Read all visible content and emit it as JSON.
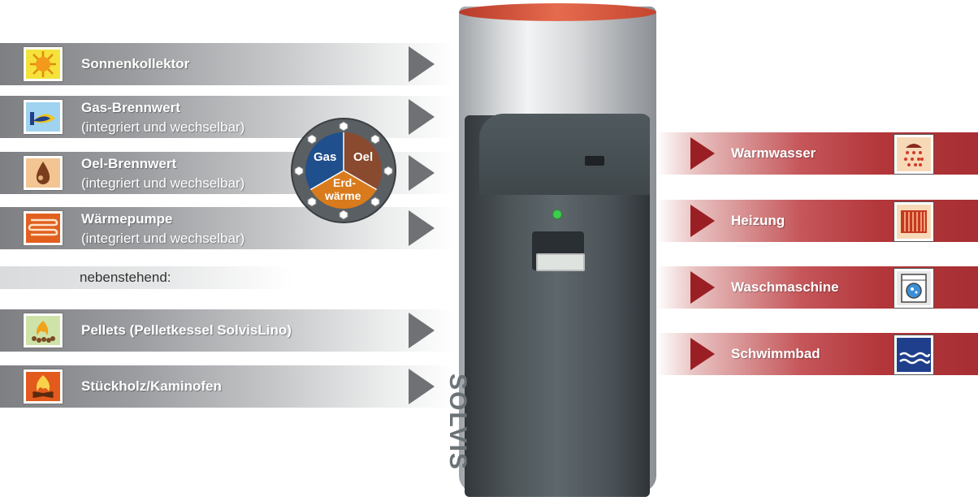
{
  "inputs": [
    {
      "icon": "sun-icon",
      "title": "Sonnenkollektor",
      "subtitle": ""
    },
    {
      "icon": "gas-flame-icon",
      "title": "Gas-Brennwert",
      "subtitle": "(integriert und wechselbar)"
    },
    {
      "icon": "oil-drop-icon",
      "title": "Oel-Brennwert",
      "subtitle": "(integriert und wechselbar)"
    },
    {
      "icon": "heat-pump-coil-icon",
      "title": "Wärmepumpe",
      "subtitle": "(integriert und wechselbar)"
    }
  ],
  "separator": "nebenstehend:",
  "external_inputs": [
    {
      "icon": "pellets-fire-icon",
      "title": "Pellets (Pelletkessel SolvisLino)"
    },
    {
      "icon": "firewood-icon",
      "title": "Stückholz/Kaminofen"
    }
  ],
  "outputs": [
    {
      "icon": "shower-icon",
      "title": "Warmwasser"
    },
    {
      "icon": "radiator-icon",
      "title": "Heizung"
    },
    {
      "icon": "washing-machine-icon",
      "title": "Waschmaschine"
    },
    {
      "icon": "pool-waves-icon",
      "title": "Schwimmbad"
    }
  ],
  "emblem": {
    "gas": "Gas",
    "oel": "Oel",
    "erd_line1": "Erd-",
    "erd_line2": "wärme"
  },
  "brand": "SOLVIS",
  "colors": {
    "gas": "#1f4f8c",
    "oel": "#8a4a2f",
    "erdwaerme": "#d97b1c",
    "output_bar": "#b2363a",
    "input_bar": "#8a8c8f"
  }
}
